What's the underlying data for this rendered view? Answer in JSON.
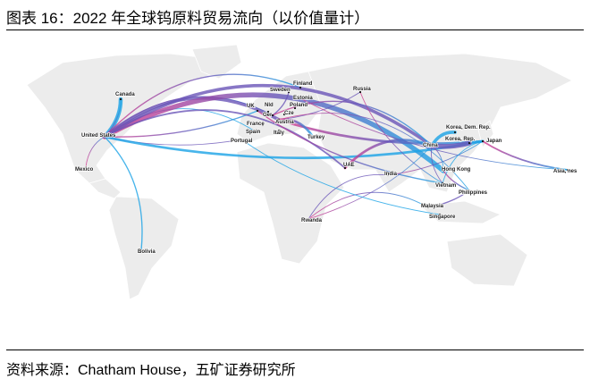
{
  "figure": {
    "title": "图表 16：2022 年全球钨原料贸易流向（以价值量计）",
    "source": "资料来源：Chatham House，五矿证券研究所"
  },
  "map": {
    "locations": [
      "United States",
      "Canada",
      "Mexico",
      "Bolivia",
      "Finland",
      "Sweden",
      "Estonia",
      "Russia",
      "UK",
      "Nld",
      "Poland",
      "Ger",
      "Cze",
      "Austria",
      "France",
      "Italy",
      "Spain",
      "Portugal",
      "Turkey",
      "UAE",
      "India",
      "Rwanda",
      "China",
      "Korea, Dem. Rep.",
      "Korea, Rep.",
      "Japan",
      "Hong Kong",
      "Vietnam",
      "Philippines",
      "Malaysia",
      "Singapore",
      "Asia, nes"
    ],
    "flows": [
      {
        "from": "Canada",
        "to": "United States",
        "weight": 5
      },
      {
        "from": "United States",
        "to": "Canada",
        "weight": 1
      },
      {
        "from": "Mexico",
        "to": "United States",
        "weight": 1
      },
      {
        "from": "Bolivia",
        "to": "United States",
        "weight": 1.5
      },
      {
        "from": "United States",
        "to": "Finland",
        "weight": 1.5
      },
      {
        "from": "United States",
        "to": "UK",
        "weight": 1.5
      },
      {
        "from": "United States",
        "to": "Ger",
        "weight": 1
      },
      {
        "from": "Austria",
        "to": "United States",
        "weight": 4
      },
      {
        "from": "Portugal",
        "to": "United States",
        "weight": 1
      },
      {
        "from": "Spain",
        "to": "United States",
        "weight": 1
      },
      {
        "from": "United States",
        "to": "Hong Kong",
        "weight": 6
      },
      {
        "from": "China",
        "to": "United States",
        "weight": 4
      },
      {
        "from": "Japan",
        "to": "United States",
        "weight": 3
      },
      {
        "from": "UAE",
        "to": "United States",
        "weight": 2
      },
      {
        "from": "Russia",
        "to": "Austria",
        "weight": 1
      },
      {
        "from": "Russia",
        "to": "Vietnam",
        "weight": 1
      },
      {
        "from": "Sweden",
        "to": "Ger",
        "weight": 1.5
      },
      {
        "from": "Estonia",
        "to": "Asia, nes",
        "weight": 1
      },
      {
        "from": "Ger",
        "to": "China",
        "weight": 1.5
      },
      {
        "from": "Austria",
        "to": "Japan",
        "weight": 3
      },
      {
        "from": "Austria",
        "to": "Turkey",
        "weight": 3
      },
      {
        "from": "UK",
        "to": "Vietnam",
        "weight": 1.5
      },
      {
        "from": "Austria",
        "to": "Philippines",
        "weight": 1
      },
      {
        "from": "India",
        "to": "Japan",
        "weight": 1
      },
      {
        "from": "UAE",
        "to": "China",
        "weight": 3
      },
      {
        "from": "Rwanda",
        "to": "China",
        "weight": 1
      },
      {
        "from": "Rwanda",
        "to": "Malaysia",
        "weight": 1
      },
      {
        "from": "Korea, Dem. Rep.",
        "to": "China",
        "weight": 4
      },
      {
        "from": "Korea, Rep.",
        "to": "China",
        "weight": 6
      },
      {
        "from": "Japan",
        "to": "Asia, nes",
        "weight": 2
      },
      {
        "from": "China",
        "to": "Hong Kong",
        "weight": 1
      },
      {
        "from": "Hong Kong",
        "to": "Philippines",
        "weight": 1.5
      },
      {
        "from": "Philippines",
        "to": "Malaysia",
        "weight": 1.5
      },
      {
        "from": "Japan",
        "to": "Vietnam",
        "weight": 1
      },
      {
        "from": "Vietnam",
        "to": "China",
        "weight": 1
      },
      {
        "from": "India",
        "to": "Rwanda",
        "weight": 1
      },
      {
        "from": "Singapore",
        "to": "Portugal",
        "weight": 1
      }
    ]
  },
  "colors": {
    "flow_start": "#d6388c",
    "flow_mid": "#6a55b8",
    "flow_end": "#1aa3e6",
    "land": "#ececec",
    "border": "#ffffff"
  }
}
